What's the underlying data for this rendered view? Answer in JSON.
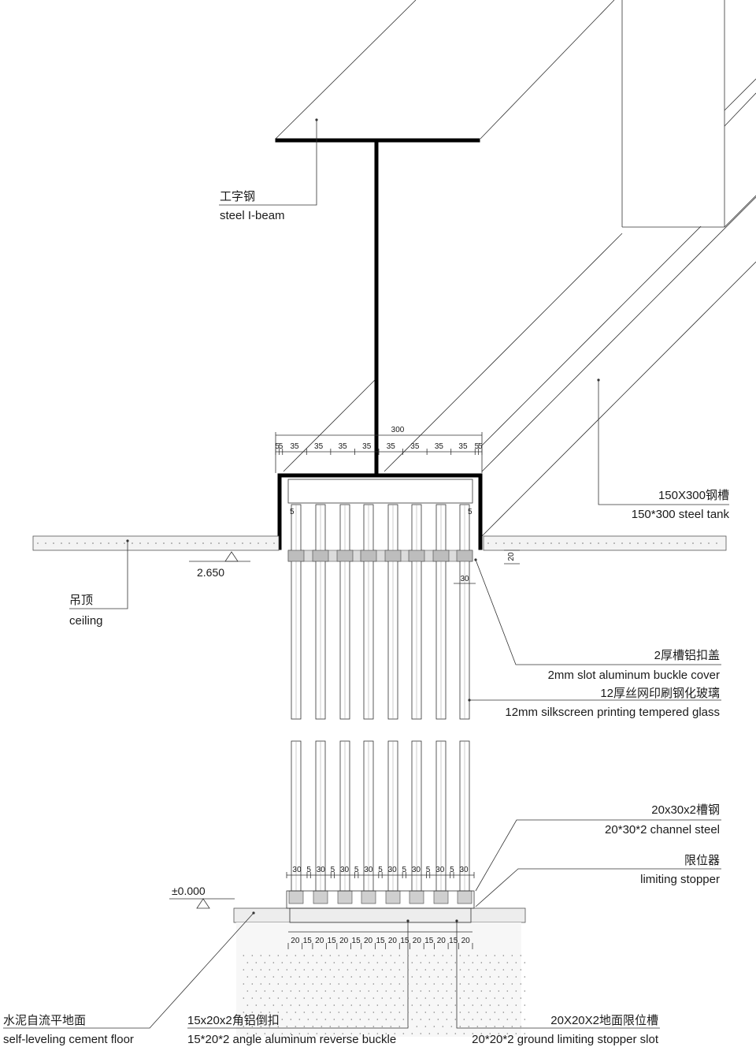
{
  "labels": {
    "ibeam_cn": "工字钢",
    "ibeam_en": "steel I-beam",
    "tank_cn": "150X300钢槽",
    "tank_en": "150*300 steel tank",
    "ceiling_cn": "吊顶",
    "ceiling_en": "ceiling",
    "cover_cn": "2厚槽铝扣盖",
    "cover_en": "2mm slot aluminum buckle cover",
    "glass_cn": "12厚丝网印刷钢化玻璃",
    "glass_en": "12mm silkscreen printing tempered glass",
    "channel_cn": "20x30x2槽钢",
    "channel_en": "20*30*2 channel steel",
    "stopper_cn": "限位器",
    "stopper_en": "limiting stopper",
    "floor_cn": "水泥自流平地面",
    "floor_en": "self-leveling cement floor",
    "buckle_cn": "15x20x2角铝倒扣",
    "buckle_en": "15*20*2 angle aluminum reverse buckle",
    "slot_cn": "20X20X2地面限位槽",
    "slot_en": "20*20*2 ground limiting stopper slot"
  },
  "elevations": {
    "ceiling_level": "2.650",
    "floor_level": "±0.000"
  },
  "dimensions": {
    "tank_total": "300",
    "tank_segments": [
      "5",
      "5",
      "35",
      "35",
      "35",
      "35",
      "35",
      "35",
      "35",
      "35",
      "5",
      "5"
    ],
    "tank_side_left": "5",
    "tank_side_right": "5",
    "ceiling_thickness": "20",
    "glass_gap": "30",
    "channel_segments": [
      "30",
      "5",
      "30",
      "5",
      "30",
      "5",
      "30",
      "5",
      "30",
      "5",
      "30",
      "5",
      "30",
      "5",
      "30"
    ],
    "floor_segments": [
      "20",
      "15",
      "20",
      "15",
      "20",
      "15",
      "20",
      "15",
      "20",
      "15",
      "20",
      "15",
      "20",
      "15",
      "20"
    ]
  }
}
